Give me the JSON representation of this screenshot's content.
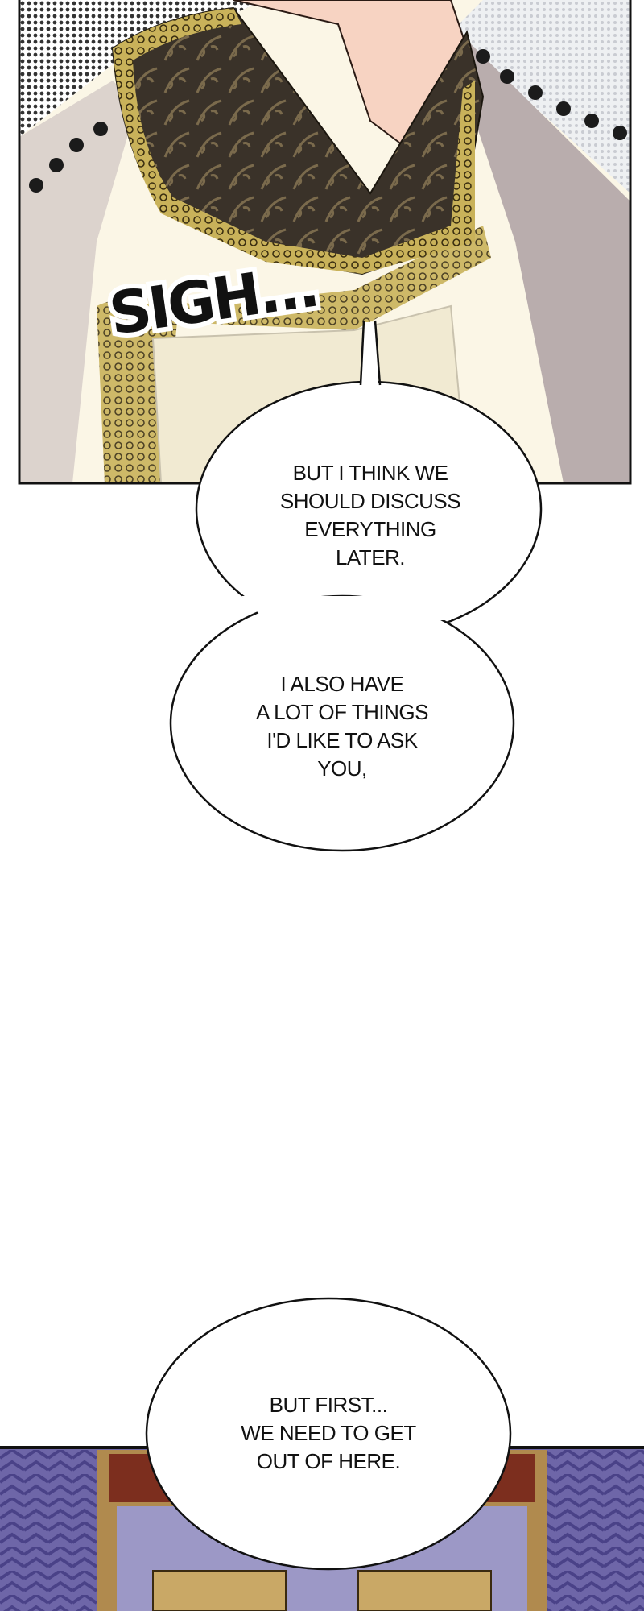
{
  "panels": {
    "top": {
      "sfx": "SIGH..."
    },
    "bubbles": [
      {
        "lines": [
          "BUT I THINK WE",
          "SHOULD DISCUSS",
          "EVERYTHING",
          "LATER."
        ]
      },
      {
        "lines": [
          "I ALSO HAVE",
          "A LOT OF THINGS",
          "I'D LIKE TO ASK",
          "YOU,"
        ]
      },
      {
        "lines": [
          "BUT FIRST...",
          "WE NEED TO GET",
          "OUT OF HERE."
        ]
      }
    ]
  },
  "colors": {
    "cream": "#fbf6e6",
    "collar": "#3a3229",
    "gold": "#b8a04a",
    "skin": "#f7d3c2",
    "shadow": "#b9adad",
    "purple": "#6e66a8",
    "wood": "#b08a4e"
  }
}
